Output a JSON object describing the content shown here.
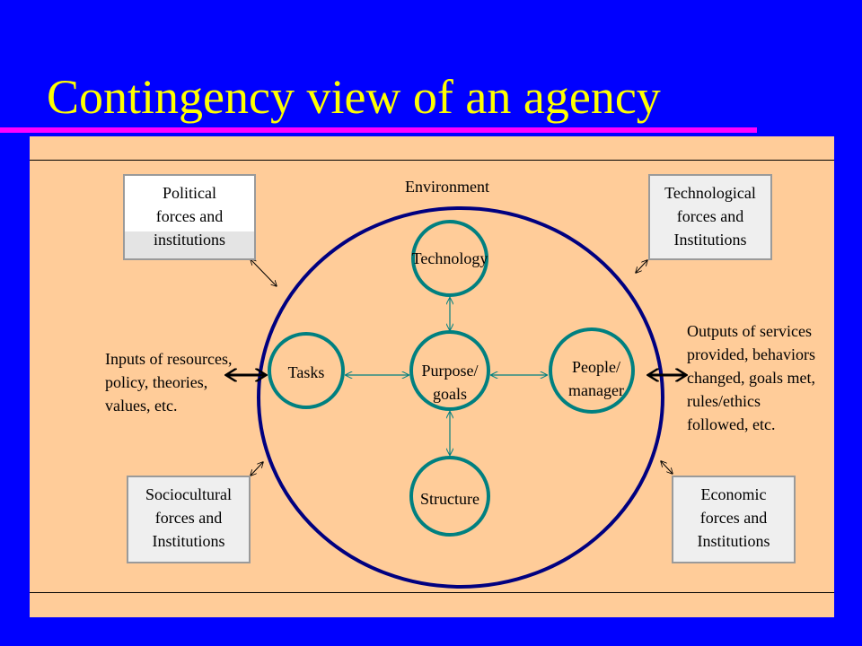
{
  "slide": {
    "title": "Contingency view of an agency",
    "colors": {
      "background": "#0000ff",
      "title": "#ffff00",
      "rule": "#ff00ff",
      "panel": "#ffcc99",
      "ellipse": "#000080",
      "circles": "#008080",
      "boxes": "#efefef"
    }
  },
  "diagram": {
    "environment_label": "Environment",
    "nodes": {
      "technology": "Technology",
      "tasks": "Tasks",
      "purpose": "Purpose/\ngoals",
      "people": "People/\nmanager",
      "structure": "Structure"
    },
    "boxes": {
      "political": "Political\nforces and\ninstitutions",
      "technological": "Technological\nforces and\nInstitutions",
      "sociocultural": "Sociocultural\nforces and\nInstitutions",
      "economic": "Economic\nforces and\nInstitutions"
    },
    "inputs": "Inputs of resources,\npolicy, theories,\nvalues, etc.",
    "outputs": "Outputs of services\nprovided, behaviors\nchanged, goals met,\nrules/ethics\nfollowed, etc."
  }
}
